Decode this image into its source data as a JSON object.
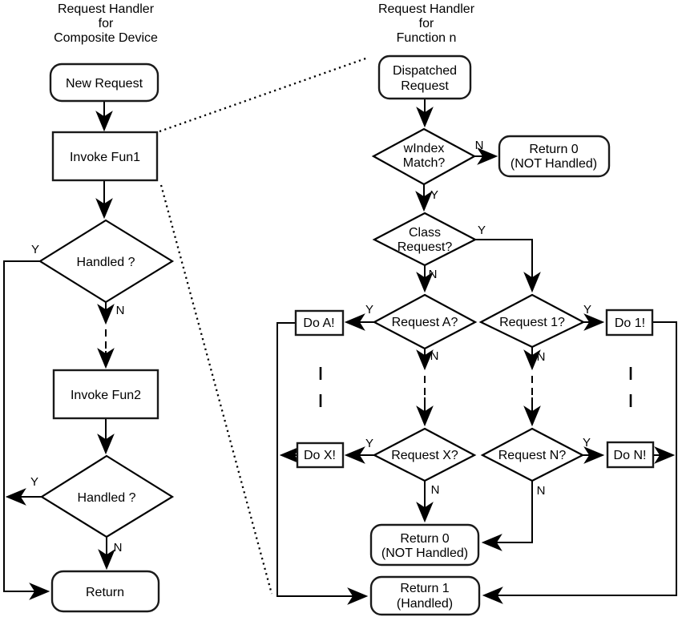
{
  "glyphs": {
    "yes": "Y",
    "no": "N"
  },
  "left": {
    "title": [
      "Request Handler",
      "for",
      "Composite Device"
    ],
    "new_request": "New Request",
    "invoke_fun1": "Invoke Fun1",
    "handled_1": "Handled ?",
    "invoke_fun2": "Invoke Fun2",
    "handled_2": "Handled ?",
    "return": "Return"
  },
  "right": {
    "title": [
      "Request Handler",
      "for",
      "Function n"
    ],
    "dispatched": [
      "Dispatched",
      "Request"
    ],
    "windex": [
      "wIndex",
      "Match?"
    ],
    "return0_top": [
      "Return 0",
      "(NOT Handled)"
    ],
    "class_request": [
      "Class",
      "Request?"
    ],
    "request_a": "Request A?",
    "request_1": "Request 1?",
    "do_a": "Do A!",
    "do_1": "Do 1!",
    "request_x": "Request X?",
    "request_n": "Request N?",
    "do_x": "Do X!",
    "do_n": "Do N!",
    "return0_bottom": [
      "Return 0",
      "(NOT Handled)"
    ],
    "return1": [
      "Return 1",
      "(Handled)"
    ]
  }
}
